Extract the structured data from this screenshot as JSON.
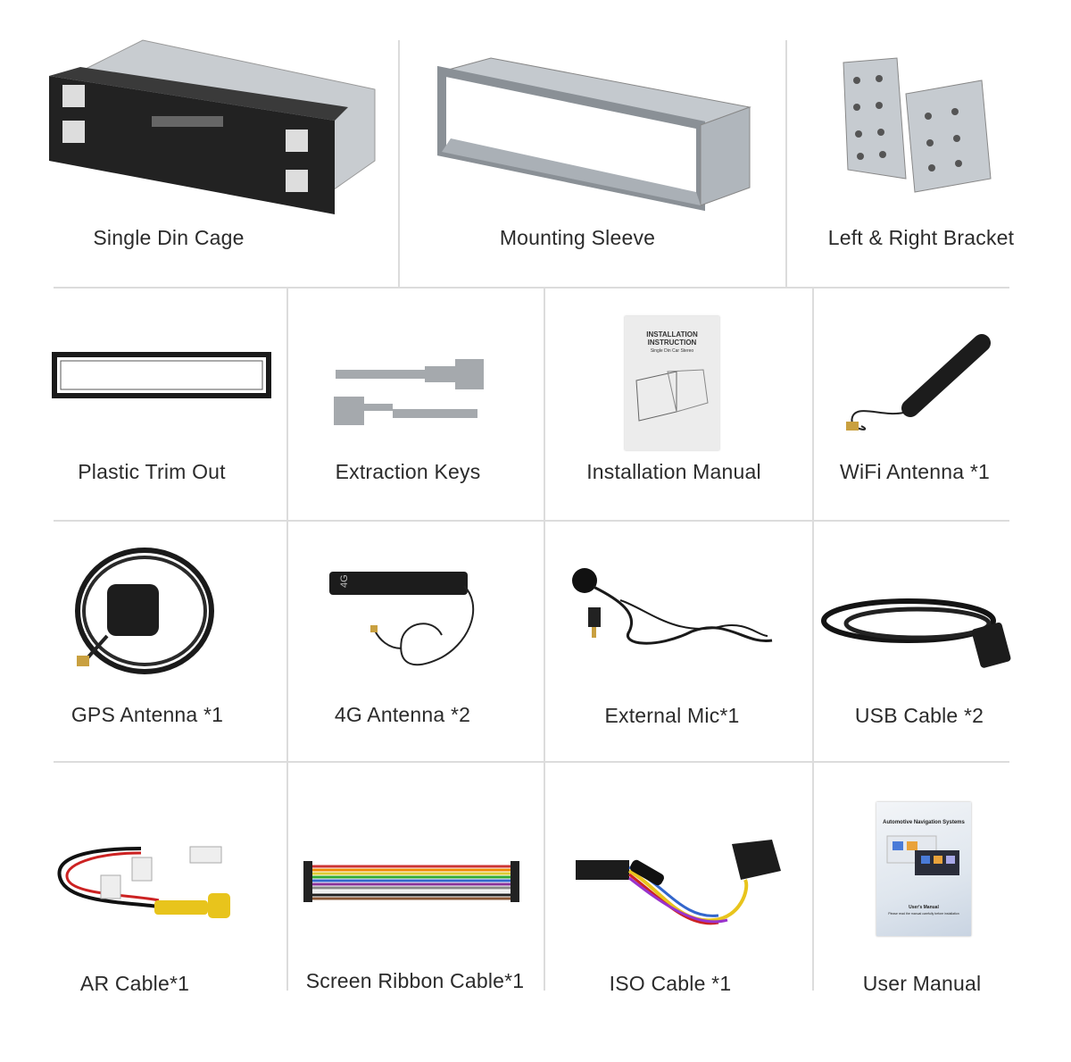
{
  "items": [
    {
      "label": "Single Din Cage"
    },
    {
      "label": "Mounting Sleeve"
    },
    {
      "label": "Left & Right Bracket"
    },
    {
      "label": "Plastic Trim Out"
    },
    {
      "label": "Extraction Keys"
    },
    {
      "label": "Installation Manual"
    },
    {
      "label": "WiFi Antenna *1"
    },
    {
      "label": "GPS Antenna *1"
    },
    {
      "label": "4G Antenna *2"
    },
    {
      "label": "External Mic*1"
    },
    {
      "label": "USB Cable *2"
    },
    {
      "label": "AR Cable*1"
    },
    {
      "label": "Screen Ribbon Cable*1"
    },
    {
      "label": "ISO Cable *1"
    },
    {
      "label": "User Manual"
    }
  ],
  "installation_manual_cover": {
    "title": "INSTALLATION INSTRUCTION",
    "subtitle": "Single Din Car Stereo"
  },
  "user_manual_cover": {
    "title": "Automotive Navigation Systems",
    "subtitle": "User's Manual",
    "note": "Please read the manual carefully before installation"
  },
  "antenna_mark": "4G"
}
